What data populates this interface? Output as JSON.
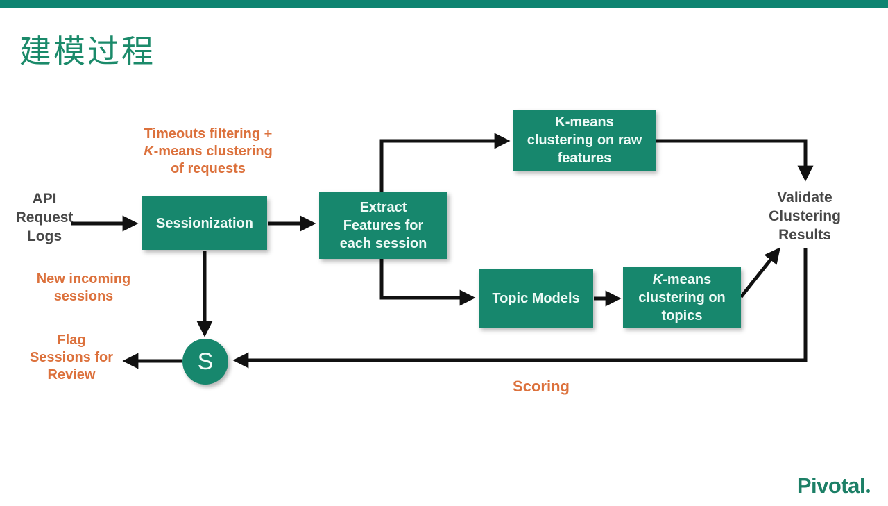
{
  "title": "建模过程",
  "logo": {
    "text": "Pivotal"
  },
  "colors": {
    "teal_bar": "#0e8471",
    "teal_box": "#17876d",
    "teal_title": "#1b8a6a",
    "teal_logo": "#1c7f66",
    "orange": "#dc713c",
    "ink": "#474747",
    "arrow": "#111111"
  },
  "labels": {
    "api_logs": [
      "API",
      "Request",
      "Logs"
    ],
    "timeouts": {
      "line1": "Timeouts filtering +",
      "k_italic": "K",
      "line2_rest": "-means clustering",
      "line3": "of requests"
    },
    "new_incoming": [
      "New incoming",
      "sessions"
    ],
    "flag_sessions": [
      "Flag",
      "Sessions for",
      "Review"
    ],
    "validate": [
      "Validate",
      "Clustering",
      "Results"
    ],
    "scoring": "Scoring"
  },
  "nodes": {
    "sessionization": {
      "label": "Sessionization"
    },
    "extract": {
      "lines": [
        "Extract",
        "Features for",
        "each session"
      ]
    },
    "kmeans_raw": {
      "lines": [
        "K-means",
        "clustering on raw",
        "features"
      ]
    },
    "topic_models": {
      "label": "Topic Models"
    },
    "kmeans_topics": {
      "k_italic": "K",
      "line1_rest": "-means",
      "line2": "clustering on",
      "line3": "topics"
    },
    "s_node": {
      "label": "S"
    }
  }
}
